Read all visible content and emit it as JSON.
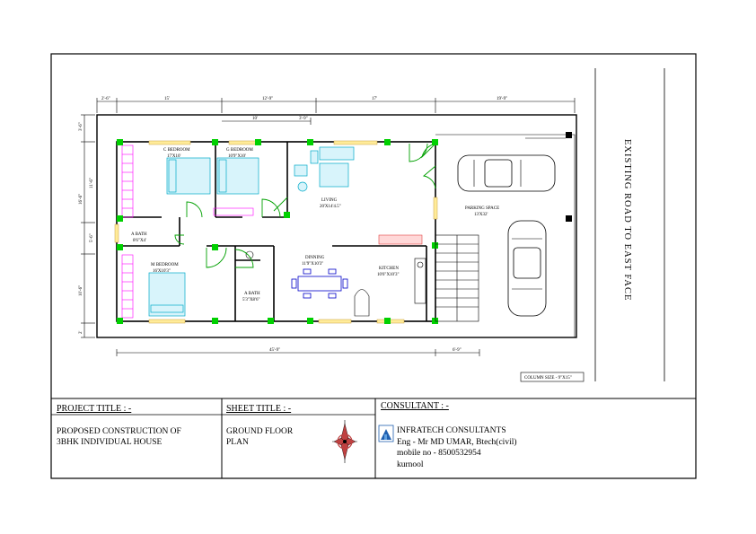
{
  "dimensions": {
    "top": [
      "2'-6\"",
      "15'",
      "12'-9\"",
      "17'",
      "19'-9\""
    ],
    "top_inner": [
      "10'",
      "3'-9\""
    ],
    "left": [
      "3'-6\"",
      "11'-6\"",
      "16'-6\"",
      "5'-6\"",
      "10'-6\"",
      "2'"
    ],
    "bottom": [
      "45'-9\"",
      "6'-9\""
    ]
  },
  "rooms": {
    "c_bedroom": {
      "name": "C BEDROOM",
      "size": "17'X10'"
    },
    "g_bedroom": {
      "name": "G BEDROOM",
      "size": "10'9\"X10'"
    },
    "living": {
      "name": "LIVING",
      "size": "20'X14'4.5\""
    },
    "bath1": {
      "name": "A BATH",
      "size": "8'6\"X4'"
    },
    "bath2": {
      "name": "A BATH",
      "size": "5'3\"X8'6\""
    },
    "m_bedroom": {
      "name": "M BEDROOM",
      "size": "16'X10'3\""
    },
    "dinning": {
      "name": "DINNING",
      "size": "11'9\"X10'3\""
    },
    "kitchen": {
      "name": "KITCHEN",
      "size": "10'6\"X10'3\""
    },
    "parking": {
      "name": "PARKING SPACE",
      "size": "13'X32'"
    }
  },
  "road_label": "EXISTING ROAD TO EAST FACE",
  "column_note": "COLUMN SIZE - 9\"X15\"",
  "title_block": {
    "project_title_label": "PROJECT TITLE : -",
    "project_line1": "PROPOSED CONSTRUCTION OF",
    "project_line2": "3BHK INDIVIDUAL HOUSE",
    "sheet_title_label": "SHEET TITLE : -",
    "sheet_line1": "GROUND FLOOR",
    "sheet_line2": "PLAN",
    "consultant_label": "CONSULTANT : -",
    "company": "INFRATECH  CONSULTANTS",
    "engineer": "Eng - Mr MD UMAR, Btech(civil)",
    "mobile": "mobile no - 8500532954",
    "city": "kurnool"
  },
  "colors": {
    "column": "#00d000",
    "door": "#00a000",
    "stair": "#ff00ff",
    "furniture": "#00aac8",
    "dining": "#0000c8"
  }
}
